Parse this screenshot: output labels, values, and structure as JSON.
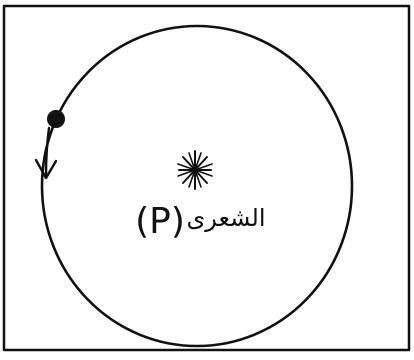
{
  "diagram": {
    "center_label": {
      "name": "الشعرى",
      "symbol": "(P)"
    },
    "ink_color": "#111111",
    "background_color": "#ffffff",
    "elements": {
      "star": "star-icon",
      "orbiting_body": "filled-dot",
      "direction": "arrow-down-icon"
    }
  }
}
